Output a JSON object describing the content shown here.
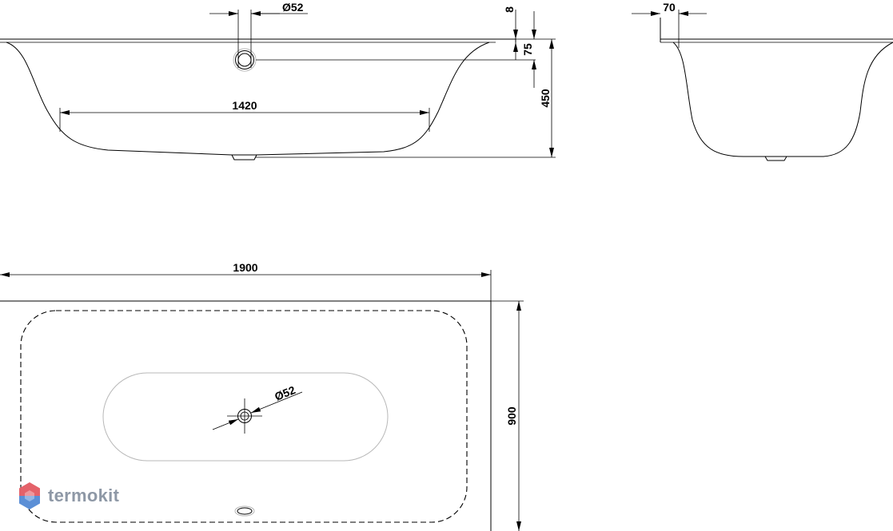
{
  "dimensions": {
    "outlet_top_diameter": "Ø52",
    "rim_thickness": "8",
    "overflow_offset": "75",
    "depth": "450",
    "bottom_length": "1420",
    "side_rim_width": "70",
    "overall_length": "1900",
    "overall_width": "900",
    "drain_diameter_plan": "Ø52"
  },
  "watermark": {
    "brand": "termokit",
    "icon": "hexagon-logo-icon",
    "colors": {
      "logo_top": "#e4626a",
      "logo_bottom": "#5b8fd6",
      "text": "#8e98a6"
    }
  },
  "colors": {
    "line": "#000000",
    "background": "#ffffff"
  }
}
